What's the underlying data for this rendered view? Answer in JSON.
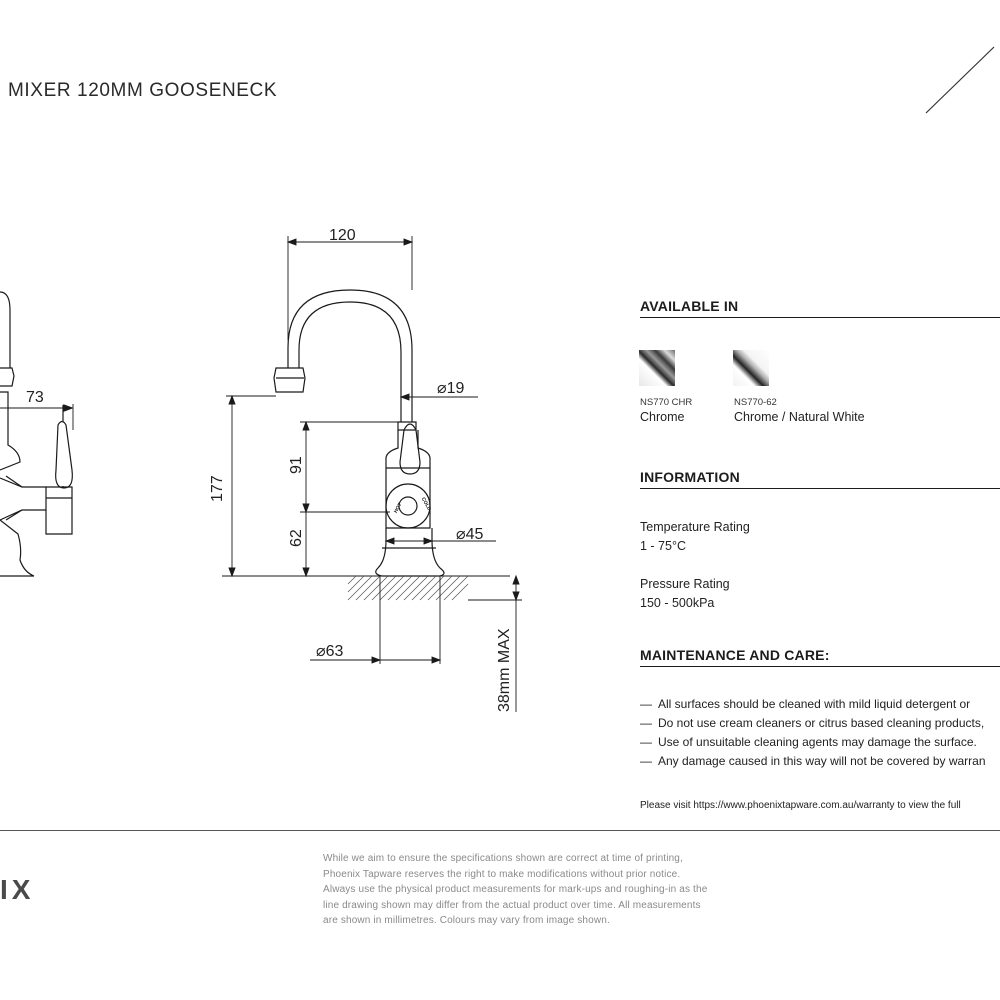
{
  "header": {
    "title": "MIXER 120MM GOOSENECK"
  },
  "drawing": {
    "dims": {
      "width_spout": "120",
      "side_depth": "73",
      "spout_dia": "19",
      "height_total": "177",
      "height_spout": "91",
      "height_handle": "62",
      "body_dia": "45",
      "base_dia": "63",
      "mount": "38mm MAX"
    },
    "handle_labels": {
      "hot": "HOT",
      "cold": "COLD"
    }
  },
  "available": {
    "heading": "AVAILABLE IN",
    "finishes": [
      {
        "code": "NS770 CHR",
        "name": "Chrome",
        "swatch": "chrome-swatch"
      },
      {
        "code": "NS770-62",
        "name": "Chrome / Natural White",
        "swatch": "chrome-white-swatch"
      }
    ]
  },
  "information": {
    "heading": "INFORMATION",
    "temp_label": "Temperature Rating",
    "temp_value": "1 - 75°C",
    "pressure_label": "Pressure Rating",
    "pressure_value": "150 - 500kPa"
  },
  "maintenance": {
    "heading": "MAINTENANCE AND CARE:",
    "dash": "—",
    "items": [
      "All surfaces should be cleaned with mild liquid detergent or",
      "Do not use cream cleaners or citrus based cleaning products,",
      "Use of unsuitable cleaning agents may damage the surface.",
      "Any damage caused in this way will not be covered by warran"
    ],
    "visit": "Please visit https://www.phoenixtapware.com.au/warranty to view the full"
  },
  "footer": {
    "brand": "IX",
    "disclaimer": [
      "While we aim to ensure the specifications shown are correct at time of printing,",
      "Phoenix Tapware reserves the right to make modifications without prior notice.",
      "Always use the physical product measurements for mark-ups and roughing-in as the",
      "line drawing shown may differ from the actual product over time. All measurements",
      "are shown in millimetres. Colours may vary from image shown."
    ]
  },
  "colors": {
    "ink": "#1a1a1a",
    "muted": "#8a8a8a"
  }
}
